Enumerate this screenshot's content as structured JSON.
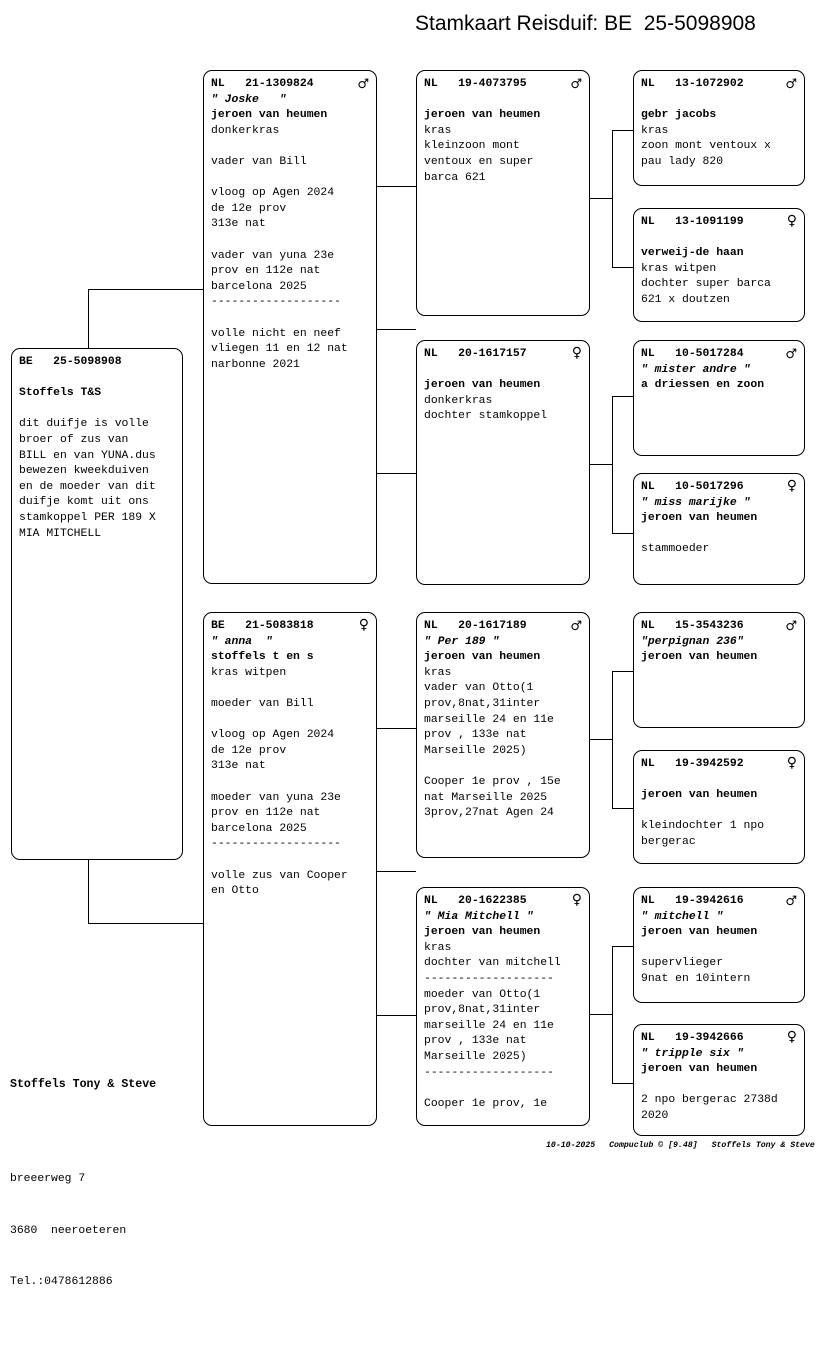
{
  "title": "Stamkaart Reisduif: BE  25-5098908",
  "icons": {
    "male": "♂",
    "female": "♀"
  },
  "subject": {
    "ring": "BE   25-5098908",
    "sex": "",
    "nickname": "",
    "breeder": "Stoffels T&S",
    "notes": "dit duifje is volle\nbroer of zus van\nBILL en van YUNA.dus\nbewezen kweekduiven\nen de moeder van dit\nduifje komt uit ons\nstamkoppel PER 189 X\nMIA MITCHELL"
  },
  "parents": [
    {
      "ring": "NL   21-1309824",
      "sex": "male",
      "nickname": "\" Joske   \"",
      "breeder": "jeroen van heumen",
      "notes": "donkerkras\n\nvader van Bill\n\nvloog op Agen 2024\nde 12e prov\n313e nat\n\nvader van yuna 23e\nprov en 112e nat\nbarcelona 2025\n-------------------\n\nvolle nicht en neef\nvliegen 11 en 12 nat\nnarbonne 2021"
    },
    {
      "ring": "BE   21-5083818",
      "sex": "female",
      "nickname": "\" anna  \"",
      "breeder": "stoffels t en s",
      "notes": "kras witpen\n\nmoeder van Bill\n\nvloog op Agen 2024\nde 12e prov\n313e nat\n\nmoeder van yuna 23e\nprov en 112e nat\nbarcelona 2025\n-------------------\n\nvolle zus van Cooper\nen Otto"
    }
  ],
  "grandparents": [
    {
      "ring": "NL   19-4073795",
      "sex": "male",
      "nickname": "",
      "breeder": "jeroen van heumen",
      "notes": "kras\nkleinzoon mont\nventoux en super\nbarca 621"
    },
    {
      "ring": "NL   20-1617157",
      "sex": "female",
      "nickname": "",
      "breeder": "jeroen van heumen",
      "notes": "donkerkras\ndochter stamkoppel"
    },
    {
      "ring": "NL   20-1617189",
      "sex": "male",
      "nickname": "\" Per 189 \"",
      "breeder": "jeroen van heumen",
      "notes": "kras\nvader van Otto(1\nprov,8nat,31inter\nmarseille 24 en 11e\nprov , 133e nat\nMarseille 2025)\n\nCooper 1e prov , 15e\nnat Marseille 2025\n3prov,27nat Agen 24"
    },
    {
      "ring": "NL   20-1622385",
      "sex": "female",
      "nickname": "\" Mia Mitchell \"",
      "breeder": "jeroen van heumen",
      "notes": "kras\ndochter van mitchell\n-------------------\nmoeder van Otto(1\nprov,8nat,31inter\nmarseille 24 en 11e\nprov , 133e nat\nMarseille 2025)\n-------------------\n\nCooper 1e prov, 1e"
    }
  ],
  "greatgrandparents": [
    {
      "ring": "NL   13-1072902",
      "sex": "male",
      "nickname": "",
      "breeder": "gebr jacobs",
      "notes": "kras\nzoon mont ventoux x\npau lady 820"
    },
    {
      "ring": "NL   13-1091199",
      "sex": "female",
      "nickname": "",
      "breeder": "verweij-de haan",
      "notes": "kras witpen\ndochter super barca\n621 x doutzen"
    },
    {
      "ring": "NL   10-5017284",
      "sex": "male",
      "nickname": "\" mister andre \"",
      "breeder": "a driessen en zoon",
      "notes": ""
    },
    {
      "ring": "NL   10-5017296",
      "sex": "female",
      "nickname": "\" miss marijke \"",
      "breeder": "jeroen van heumen",
      "notes": "\nstammoeder"
    },
    {
      "ring": "NL   15-3543236",
      "sex": "male",
      "nickname": "\"perpignan 236\"",
      "breeder": "jeroen van heumen",
      "notes": ""
    },
    {
      "ring": "NL   19-3942592",
      "sex": "female",
      "nickname": "",
      "breeder": "jeroen van heumen",
      "notes": "\nkleindochter 1 npo\nbergerac"
    },
    {
      "ring": "NL   19-3942616",
      "sex": "male",
      "nickname": "\" mitchell \"",
      "breeder": "jeroen van heumen",
      "notes": "\nsupervlieger\n9nat en 10intern"
    },
    {
      "ring": "NL   19-3942666",
      "sex": "female",
      "nickname": "\" tripple six \"",
      "breeder": "jeroen van heumen",
      "notes": "\n2 npo bergerac 2738d\n2020"
    }
  ],
  "owner": {
    "name": "Stoffels Tony & Steve",
    "street": "breeerweg 7",
    "city": "3680  neeroeteren",
    "phone": "Tel.:0478612886"
  },
  "footer": {
    "date": "10-10-2025",
    "software": "Compuclub © [9.48]",
    "account": "Stoffels Tony & Steve"
  }
}
